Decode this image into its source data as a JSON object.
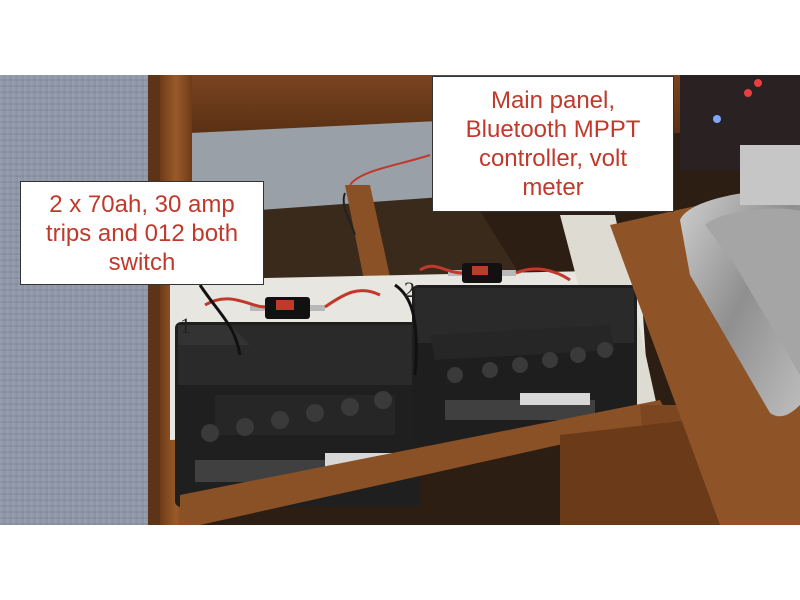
{
  "colors": {
    "callout_text": "#c0392b",
    "wood": "#8a4f22",
    "battery": "#1f1f1f",
    "carpet": "#8a94a4"
  },
  "callouts": {
    "left": "2 x 70ah, 30 amp\ntrips and 012 both\nswitch",
    "right": "Main panel,\nBluetooth MPPT\ncontroller, volt\nmeter"
  },
  "battery_labels": {
    "one": "1",
    "two": "2"
  }
}
